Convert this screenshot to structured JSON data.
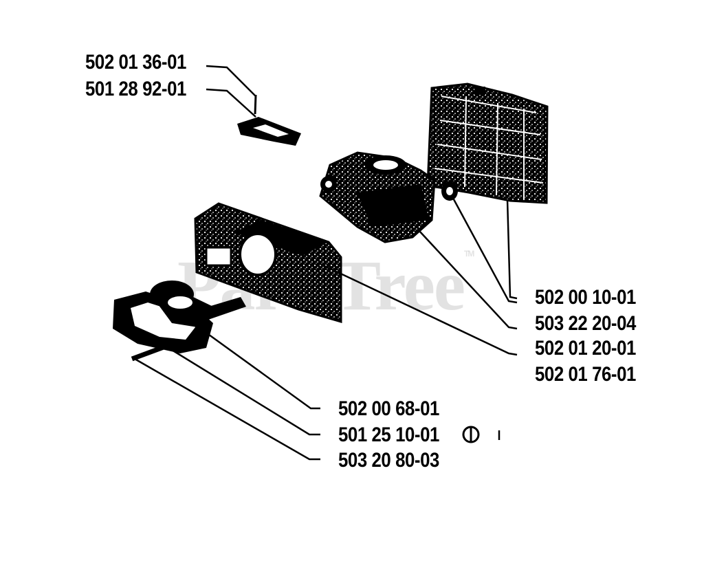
{
  "watermark": "PartsTree",
  "watermark_tm": "TM",
  "parts": [
    {
      "id": "p1",
      "number": "502 01 36-01"
    },
    {
      "id": "p2",
      "number": "501 28 92-01"
    },
    {
      "id": "p3",
      "number": "502 00 10-01"
    },
    {
      "id": "p4",
      "number": "503 22 20-04"
    },
    {
      "id": "p5",
      "number": "502 01 20-01"
    },
    {
      "id": "p6",
      "number": "502 01 76-01"
    },
    {
      "id": "p7",
      "number": "502 00 68-01"
    },
    {
      "id": "p8",
      "number": "501 25 10-01"
    },
    {
      "id": "p9",
      "number": "503 20 80-03"
    }
  ]
}
